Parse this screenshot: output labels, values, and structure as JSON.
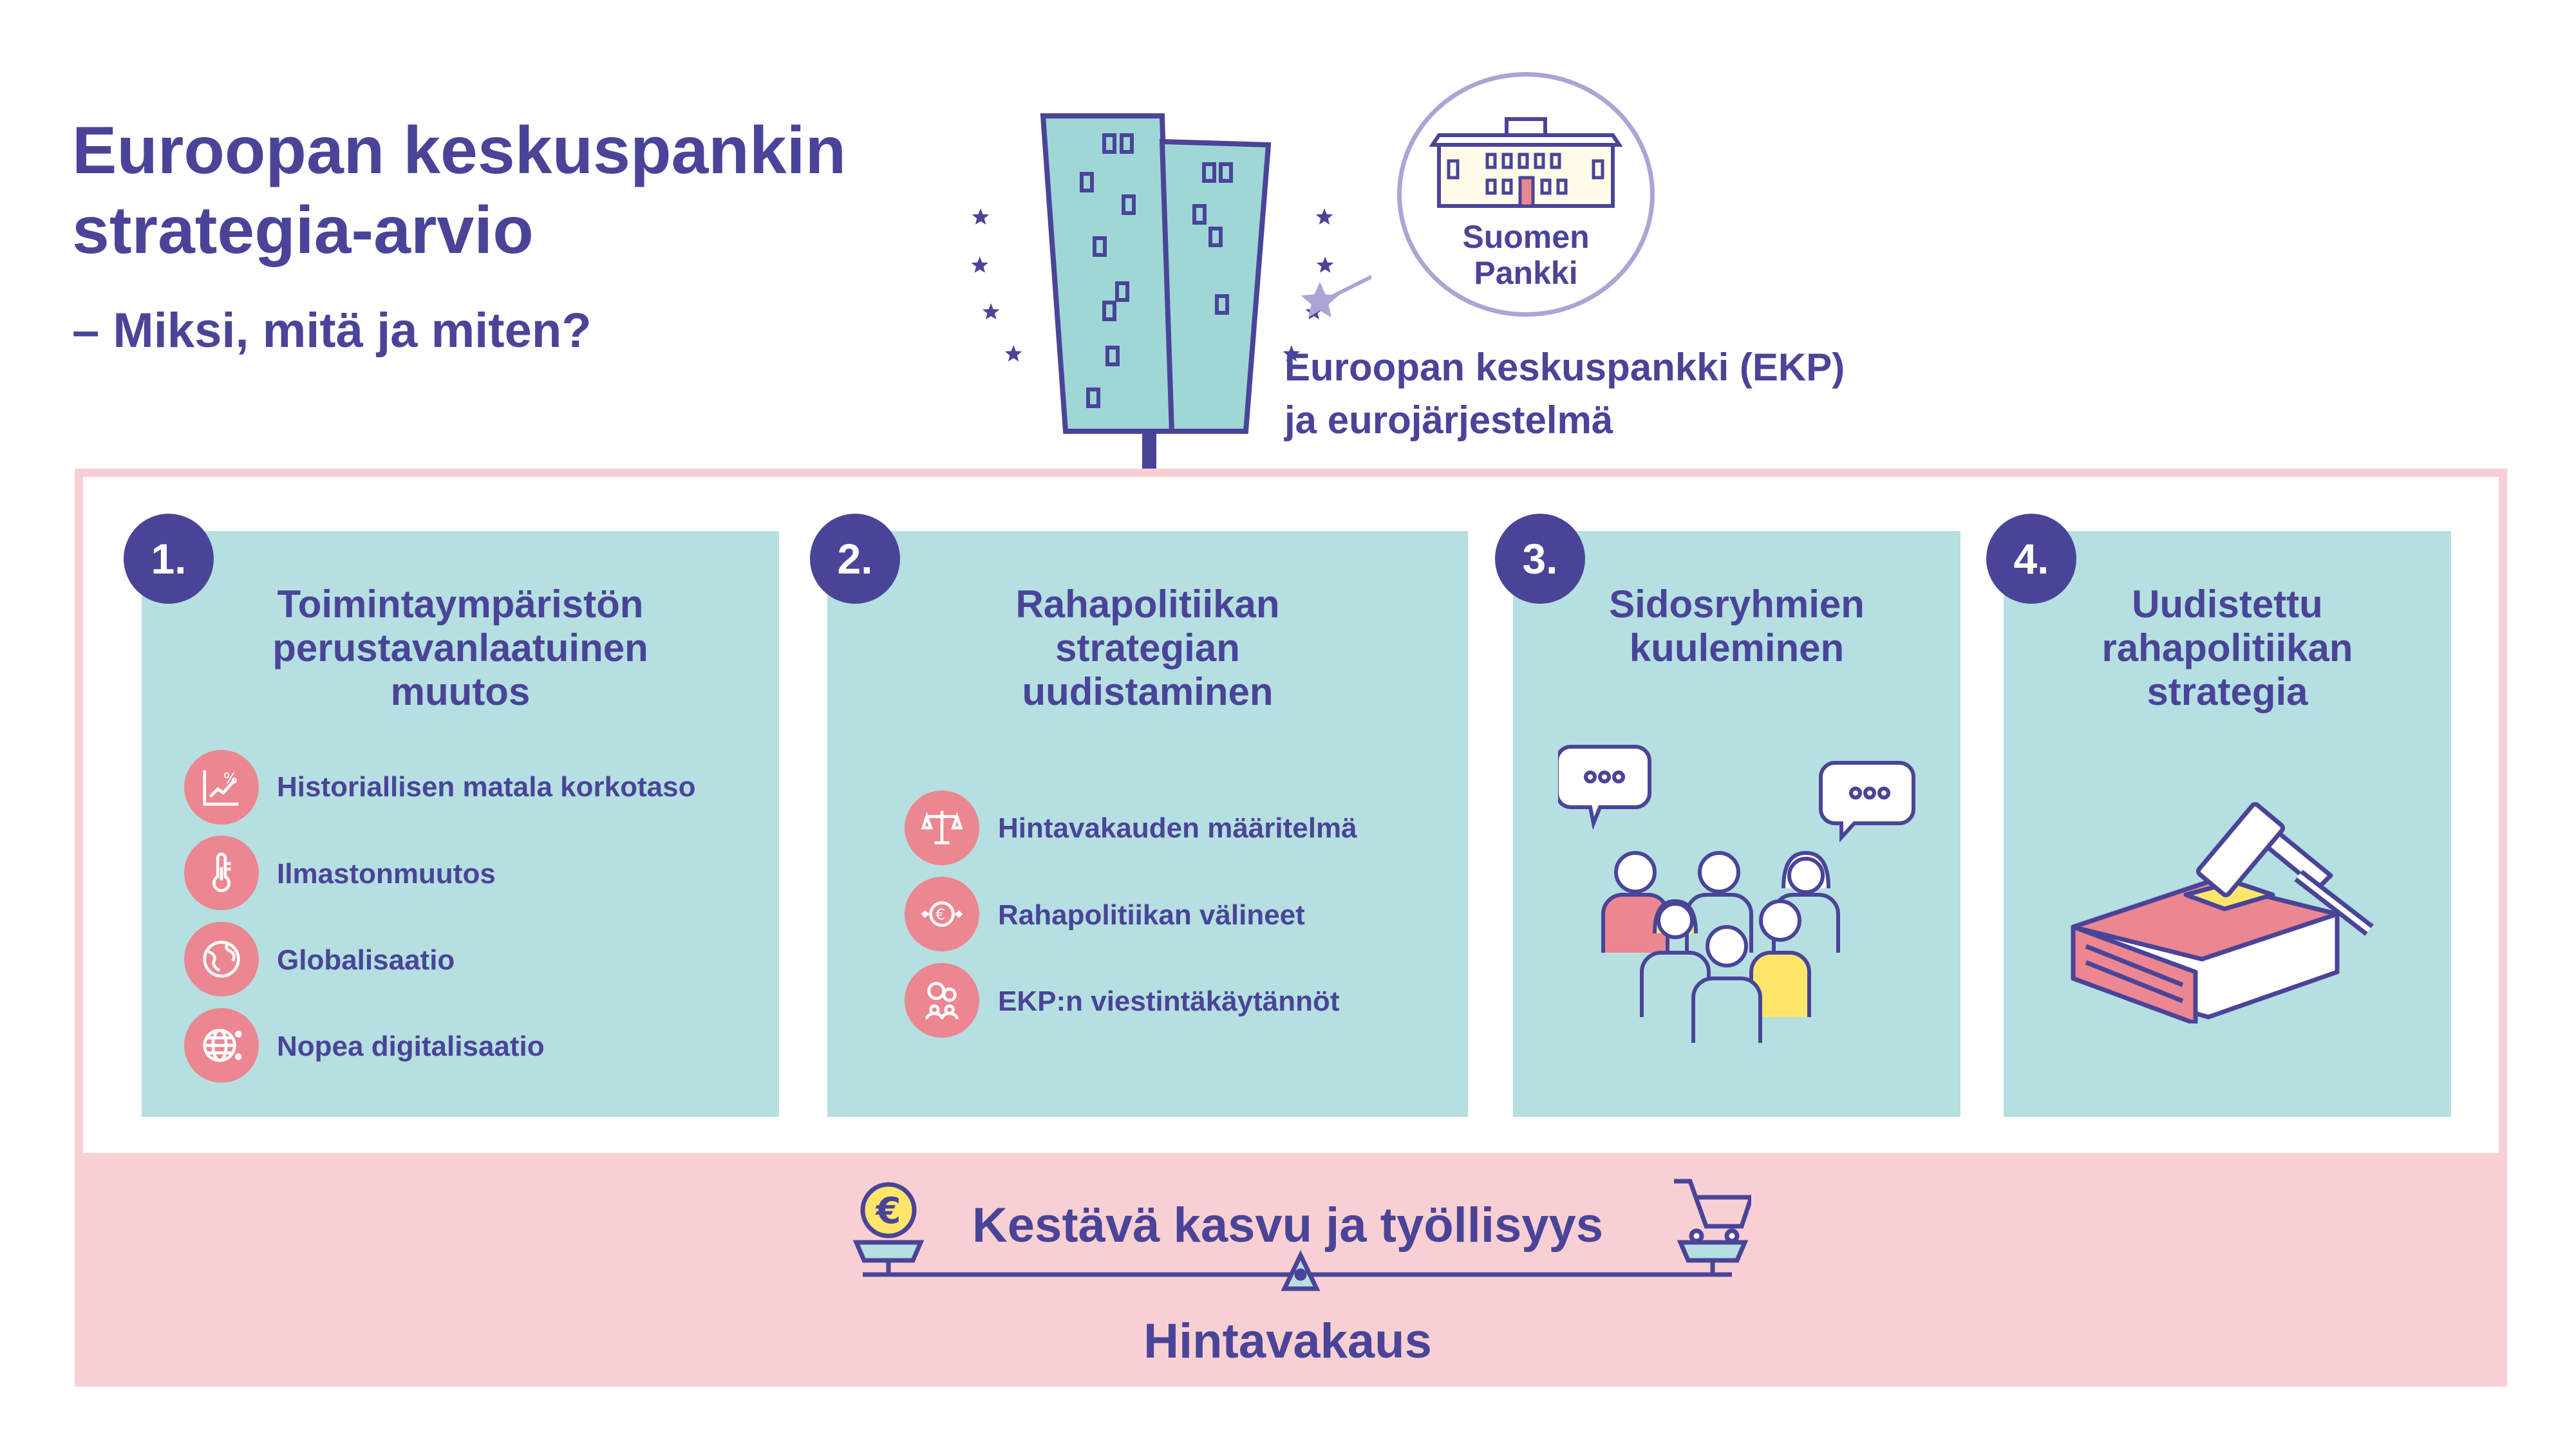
{
  "header": {
    "title": "Euroopan keskuspankin\nstrategia-arvio",
    "subtitle": "– Miksi, mitä ja miten?"
  },
  "ecb": {
    "label": "Euroopan keskuspankki (EKP)\nja eurojärjestelmä",
    "bank_label": "Suomen\nPankki"
  },
  "panels": [
    {
      "number": "1.",
      "title": "Toimintaympäristön\nperustavanlaatuinen\nmuutos",
      "items": [
        {
          "label": "Historiallisen matala korkotaso",
          "icon": "percent-chart-icon"
        },
        {
          "label": "Ilmastonmuutos",
          "icon": "thermometer-icon"
        },
        {
          "label": "Globalisaatio",
          "icon": "globe-icon"
        },
        {
          "label": "Nopea digitalisaatio",
          "icon": "digital-globe-icon"
        }
      ]
    },
    {
      "number": "2.",
      "title": "Rahapolitiikan\nstrategian\nuudistaminen",
      "items": [
        {
          "label": "Hintavakauden määritelmä",
          "icon": "scales-icon"
        },
        {
          "label": "Rahapolitiikan välineet",
          "icon": "euro-arrows-icon"
        },
        {
          "label": "EKP:n viestintäkäytännöt",
          "icon": "communication-icon"
        }
      ]
    },
    {
      "number": "3.",
      "title": "Sidosryhmien\nkuuleminen"
    },
    {
      "number": "4.",
      "title": "Uudistettu\nrahapolitiikan\nstrategia"
    }
  ],
  "balance": {
    "top": "Kestävä kasvu ja työllisyys",
    "bottom": "Hintavakaus",
    "euro_symbol": "€"
  },
  "colors": {
    "primary": "#4a4499",
    "panel": "#b5dfe0",
    "pink": "#f8d0d3",
    "icon_pink": "#ec8690",
    "building": "#9fd6d6"
  }
}
